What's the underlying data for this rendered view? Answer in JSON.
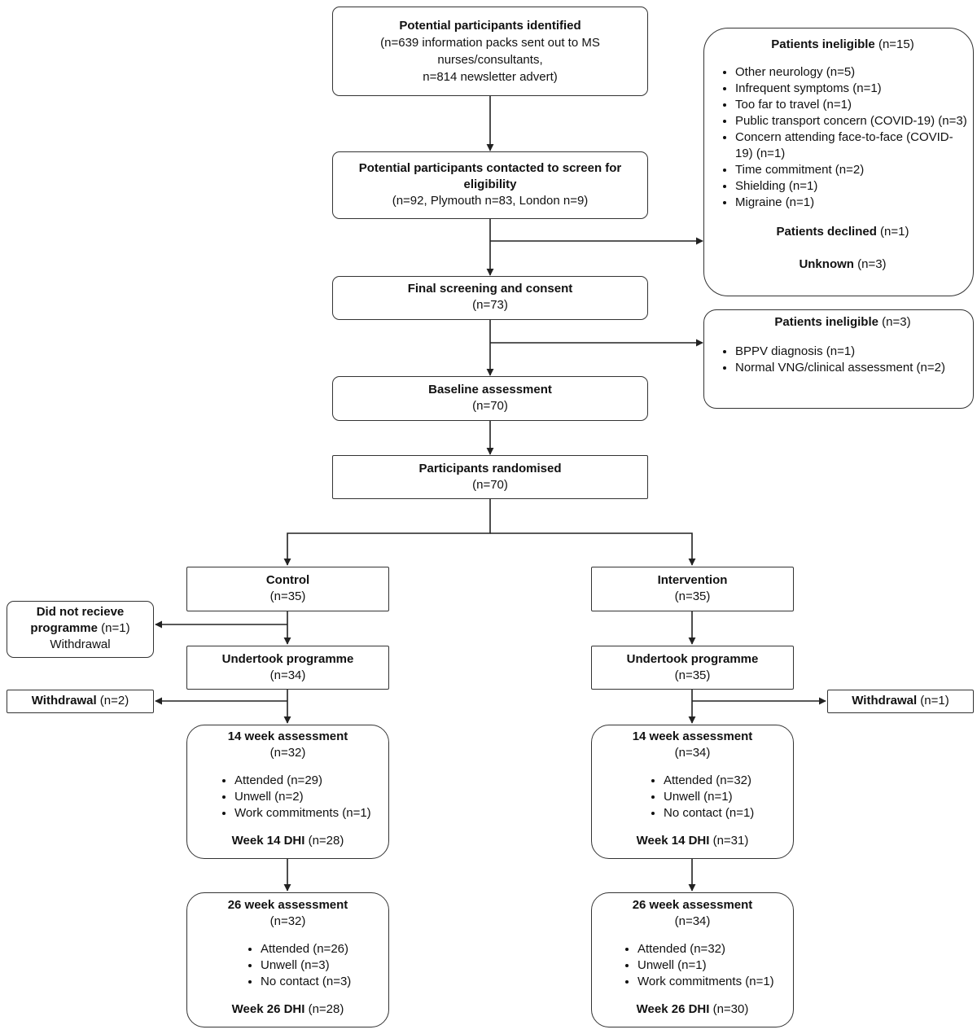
{
  "identified": {
    "title": "Potential participants identified",
    "line1": "(n=639 information packs sent out to MS",
    "line2": "nurses/consultants,",
    "line3": "n=814 newsletter advert)"
  },
  "contacted": {
    "title": "Potential participants contacted to screen for eligibility",
    "detail": "(n=92, Plymouth n=83, London n=9)"
  },
  "ineligible1": {
    "title": "Patients ineligible",
    "count": "(n=15)",
    "items": [
      "Other neurology (n=5)",
      "Infrequent symptoms (n=1)",
      "Too far to travel (n=1)",
      "Public transport concern (COVID-19) (n=3)",
      "Concern attending face-to-face (COVID-19) (n=1)",
      "Time commitment (n=2)",
      "Shielding (n=1)",
      "Migraine (n=1)"
    ],
    "declined_title": "Patients declined",
    "declined_count": "(n=1)",
    "unknown_title": "Unknown",
    "unknown_count": "(n=3)"
  },
  "final_screening": {
    "title": "Final screening and consent",
    "count": "(n=73)"
  },
  "ineligible2": {
    "title": "Patients ineligible",
    "count": "(n=3)",
    "items": [
      "BPPV diagnosis (n=1)",
      "Normal VNG/clinical assessment (n=2)"
    ]
  },
  "baseline": {
    "title": "Baseline assessment",
    "count": "(n=70)"
  },
  "randomised": {
    "title": "Participants randomised",
    "count": "(n=70)"
  },
  "control": {
    "title": "Control",
    "count": "(n=35)"
  },
  "intervention": {
    "title": "Intervention",
    "count": "(n=35)"
  },
  "did_not_receive": {
    "title": "Did not recieve programme",
    "count": "(n=1)",
    "reason": "Withdrawal"
  },
  "control_undertook": {
    "title": "Undertook programme",
    "count": "(n=34)"
  },
  "intervention_undertook": {
    "title": "Undertook programme",
    "count": "(n=35)"
  },
  "control_withdrawal": {
    "title": "Withdrawal",
    "count": "(n=2)"
  },
  "intervention_withdrawal": {
    "title": "Withdrawal",
    "count": "(n=1)"
  },
  "control_w14": {
    "title": "14 week assessment",
    "count": "(n=32)",
    "items": [
      "Attended (n=29)",
      "Unwell (n=2)",
      "Work commitments (n=1)"
    ],
    "dhi_title": "Week 14 DHI",
    "dhi_count": "(n=28)"
  },
  "intervention_w14": {
    "title": "14 week assessment",
    "count": "(n=34)",
    "items": [
      "Attended (n=32)",
      "Unwell (n=1)",
      "No contact (n=1)"
    ],
    "dhi_title": "Week 14 DHI",
    "dhi_count": "(n=31)"
  },
  "control_w26": {
    "title": "26 week assessment",
    "count": "(n=32)",
    "items": [
      "Attended (n=26)",
      "Unwell (n=3)",
      "No contact (n=3)"
    ],
    "dhi_title": "Week 26 DHI",
    "dhi_count": "(n=28)"
  },
  "intervention_w26": {
    "title": "26 week assessment",
    "count": "(n=34)",
    "items": [
      "Attended (n=32)",
      "Unwell (n=1)",
      "Work commitments (n=1)"
    ],
    "dhi_title": "Week 26 DHI",
    "dhi_count": "(n=30)"
  }
}
